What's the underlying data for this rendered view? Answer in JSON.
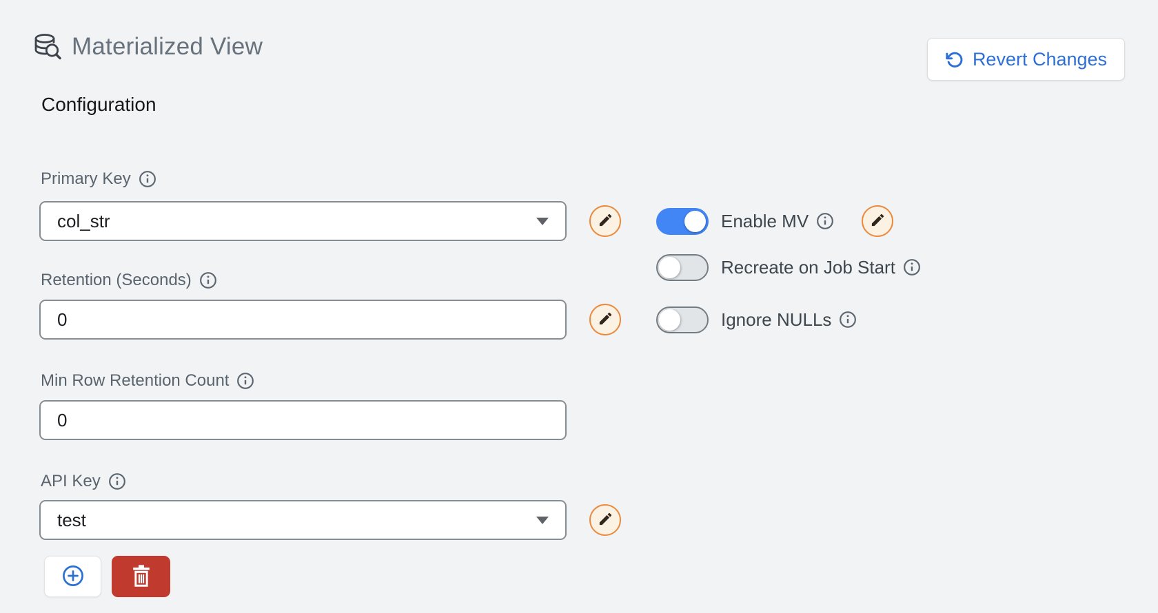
{
  "header": {
    "title": "Materialized View",
    "revert_label": "Revert Changes"
  },
  "section_title": "Configuration",
  "fields": {
    "primary_key": {
      "label": "Primary Key",
      "value": "col_str"
    },
    "retention_seconds": {
      "label": "Retention (Seconds)",
      "value": "0"
    },
    "min_row_retention_count": {
      "label": "Min Row Retention Count",
      "value": "0"
    },
    "api_key": {
      "label": "API Key",
      "value": "test"
    }
  },
  "toggles": {
    "enable_mv": {
      "label": "Enable MV",
      "state": "on"
    },
    "recreate_on_job_start": {
      "label": "Recreate on Job Start",
      "state": "off"
    },
    "ignore_nulls": {
      "label": "Ignore NULLs",
      "state": "off"
    }
  },
  "colors": {
    "background": "#f1f3f4",
    "accent_blue": "#2e6fd6",
    "toggle_on_blue": "#4286f5",
    "pencil_orange": "#ea8a3e",
    "delete_red": "#c13a2e"
  }
}
